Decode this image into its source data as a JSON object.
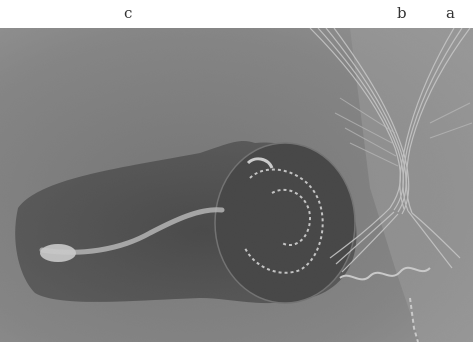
{
  "figure": {
    "labels": {
      "c": "c",
      "b": "b",
      "a": "a"
    },
    "colors": {
      "background": "#ffffff",
      "field": "#8a8a8a",
      "organ_dark": "#3b3b3b",
      "organ_core": "#2a2a2a",
      "fibres": "#e6e6e6",
      "vessel": "#b9b9b9"
    }
  }
}
